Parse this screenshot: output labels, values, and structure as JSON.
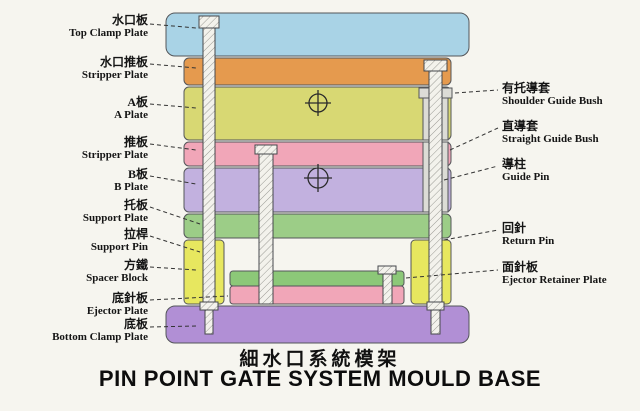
{
  "titles": {
    "chinese": "細水口系統模架",
    "english": "PIN POINT GATE SYSTEM MOULD BASE"
  },
  "left_labels": [
    {
      "zh": "水口板",
      "en": "Top Clamp Plate"
    },
    {
      "zh": "水口推板",
      "en": "Stripper Plate"
    },
    {
      "zh": "A板",
      "en": "A Plate"
    },
    {
      "zh": "推板",
      "en": "Stripper Plate"
    },
    {
      "zh": "B板",
      "en": "B Plate"
    },
    {
      "zh": "托板",
      "en": "Support Plate"
    },
    {
      "zh": "拉桿",
      "en": "Support Pin"
    },
    {
      "zh": "方鐵",
      "en": "Spacer Block"
    },
    {
      "zh": "底針板",
      "en": "Ejector Plate"
    },
    {
      "zh": "底板",
      "en": "Bottom Clamp Plate"
    }
  ],
  "right_labels": [
    {
      "zh": "有托導套",
      "en": "Shoulder Guide Bush"
    },
    {
      "zh": "直導套",
      "en": "Straight Guide Bush"
    },
    {
      "zh": "導柱",
      "en": "Guide Pin"
    },
    {
      "zh": "回針",
      "en": "Return Pin"
    },
    {
      "zh": "面針板",
      "en": "Ejector Retainer Plate"
    }
  ],
  "colors": {
    "top_clamp_plate": "#a9d3e6",
    "stripper_plate_top": "#e59a4e",
    "a_plate": "#d8d873",
    "stripper_plate": "#f1a6b8",
    "b_plate": "#c2b1df",
    "support_plate": "#9ccd87",
    "spacer_block": "#e7e75f",
    "ejector_retainer_plate": "#8cc878",
    "ejector_plate": "#f1a6b8",
    "bottom_clamp_plate": "#b18fd5",
    "guide_bush": "#dcdcd6",
    "outline": "#54565a"
  }
}
